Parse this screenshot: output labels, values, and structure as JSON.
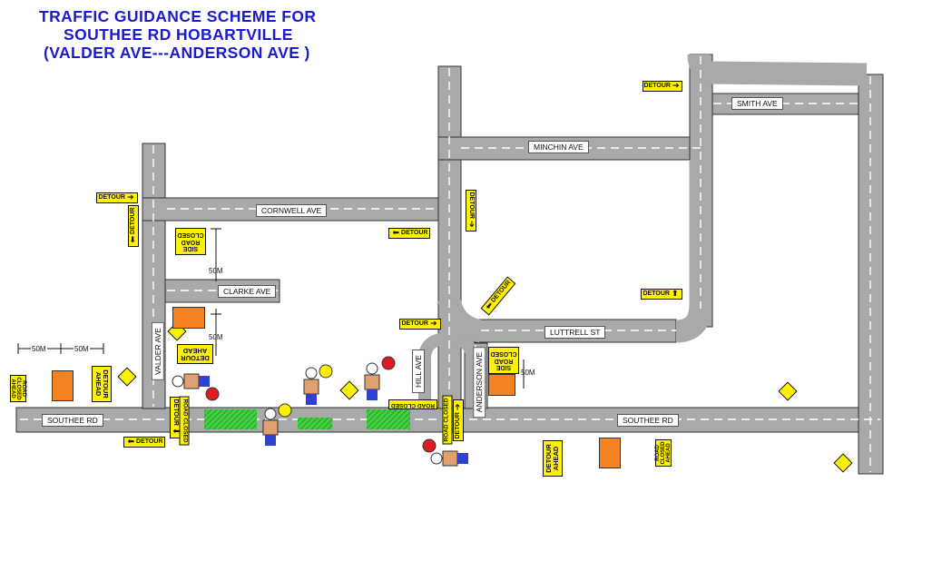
{
  "title": {
    "line1": "TRAFFIC GUIDANCE SCHEME FOR",
    "line2": "SOUTHEE RD HOBARTVILLE",
    "line3": "(VALDER AVE---ANDERSON AVE )"
  },
  "streets": {
    "smith": "SMITH AVE",
    "minchin": "MINCHIN AVE",
    "cornwell": "CORNWELL AVE",
    "clarke": "CLARKE AVE",
    "luttrell": "LUTTRELL ST",
    "valder": "VALDER AVE",
    "hill": "HILL AVE",
    "anderson": "ANDERSON AVE",
    "southee_west": "SOUTHEE RD",
    "southee_east": "SOUTHEE RD"
  },
  "signs": {
    "detour": "DETOUR",
    "side_road_closed": [
      "SIDE",
      "ROAD",
      "CLOSED"
    ],
    "road_closed": "ROAD CLOSED",
    "road_closed_ahead": [
      "ROAD",
      "CLOSED",
      "AHEAD"
    ],
    "detour_ahead": [
      "DETOUR",
      "AHEAD"
    ],
    "stop": "STOP",
    "slow": "SLOW"
  },
  "dimensions": {
    "fifty_m": "50M"
  },
  "colors": {
    "road": "#a9a9a9",
    "lane_mark": "#ffffff",
    "sign_yellow": "#fff200",
    "sign_orange": "#f58220",
    "work_zone": "#3fcf3f",
    "title_blue": "#1a1ad0",
    "stop_red": "#e11b22"
  },
  "icons": [
    "detour-arrow-icon",
    "roadwork-worker-icon",
    "traffic-controller-icon",
    "stop-slow-bat-icon",
    "tractor-warning-icon"
  ]
}
